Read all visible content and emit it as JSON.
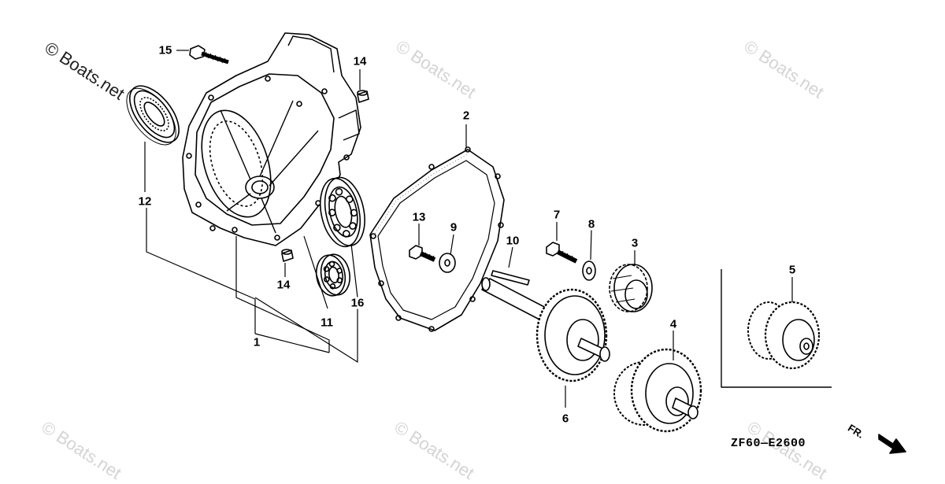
{
  "watermarks": [
    "© Boats.net",
    "© Boats.net",
    "© Boats.net",
    "© Boats.net",
    "© Boats.net",
    "© Boats.net"
  ],
  "diagram_code": "ZF60—E2600",
  "direction_label": "FR.",
  "callouts": [
    "1",
    "2",
    "3",
    "4",
    "5",
    "6",
    "7",
    "8",
    "9",
    "10",
    "11",
    "12",
    "13",
    "14",
    "14",
    "15",
    "16"
  ]
}
